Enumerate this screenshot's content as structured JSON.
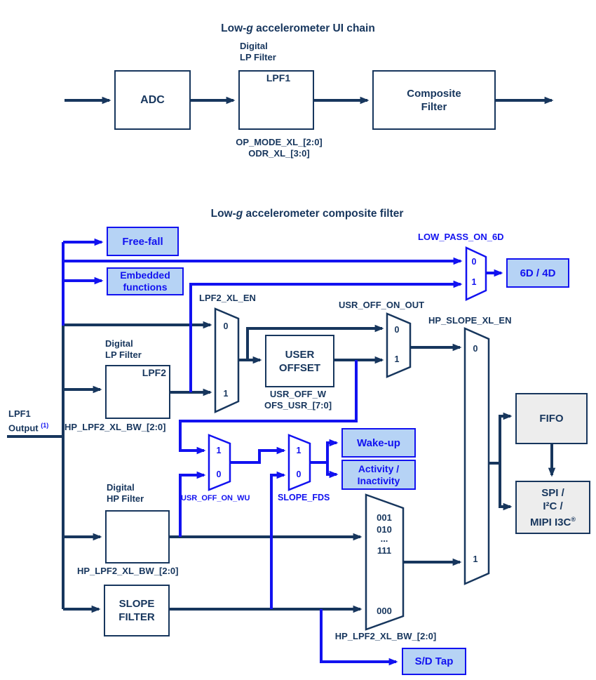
{
  "colors": {
    "dark_navy": "#17365d",
    "blue": "#1212f0",
    "light_blue_fill": "#b6d3f5",
    "gray_fill": "#ededed",
    "white": "#ffffff"
  },
  "top_chain": {
    "title": {
      "prefix": "Low-",
      "italic": "g",
      "suffix": " accelerometer UI chain"
    },
    "adc": "ADC",
    "filter_caption": {
      "line1": "Digital",
      "line2": "LP Filter"
    },
    "lpf1": "LPF1",
    "composite": {
      "line1": "Composite",
      "line2": "Filter"
    },
    "mode_label": "OP_MODE_XL_[2:0]",
    "odr_label": "ODR_XL_[3:0]"
  },
  "composite_filter": {
    "title": {
      "prefix": "Low-",
      "italic": "g",
      "suffix": " accelerometer composite filter"
    },
    "lpf1_output": {
      "line1": "LPF1",
      "line2": "Output",
      "footnote": "(1)"
    },
    "free_fall": "Free-fall",
    "embedded": {
      "line1": "Embedded",
      "line2": "functions"
    },
    "six_d": "6D / 4D",
    "labels": {
      "low_pass_on_6d": "LOW_PASS_ON_6D",
      "lpf2_xl_en": "LPF2_XL_EN",
      "usr_off_on_out": "USR_OFF_ON_OUT",
      "hp_slope_xl_en": "HP_SLOPE_XL_EN",
      "hp_lpf2_bw_lp": "HP_LPF2_XL_BW_[2:0]",
      "hp_lpf2_bw_hp": "HP_LPF2_XL_BW_[2:0]",
      "hp_lpf2_bw_mux": "HP_LPF2_XL_BW_[2:0]",
      "usr_off_w": "USR_OFF_W",
      "ofs_usr": "OFS_USR_[7:0]",
      "usr_off_on_wu": "USR_OFF_ON_WU",
      "slope_fds": "SLOPE_FDS"
    },
    "lp_caption": {
      "line1": "Digital",
      "line2": "LP Filter"
    },
    "hp_caption": {
      "line1": "Digital",
      "line2": "HP Filter"
    },
    "lpf2": "LPF2",
    "user_offset": {
      "line1": "USER",
      "line2": "OFFSET"
    },
    "wake_up": "Wake-up",
    "activity": {
      "line1": "Activity /",
      "line2": "Inactivity"
    },
    "slope_filter": {
      "line1": "SLOPE",
      "line2": "FILTER"
    },
    "fifo": "FIFO",
    "spi": {
      "line1": "SPI /",
      "line2": "I²C /",
      "line3": "MIPI I3C",
      "sup": "®"
    },
    "sd_tap": "S/D Tap",
    "mux": {
      "zero": "0",
      "one": "1"
    },
    "big_mux": {
      "in1": "001",
      "in2": "010",
      "dots": "...",
      "in3": "111",
      "in0": "000"
    }
  }
}
